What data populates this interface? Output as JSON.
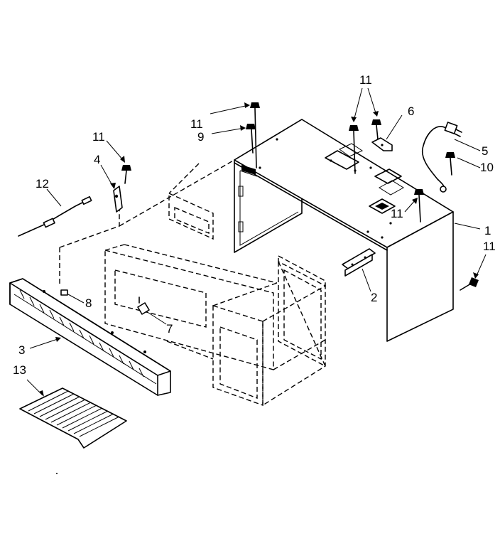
{
  "callouts": {
    "c1": "1",
    "c2": "2",
    "c3": "3",
    "c4": "4",
    "c5": "5",
    "c6": "6",
    "c7": "7",
    "c8": "8",
    "c9": "9",
    "c10": "10",
    "c11a": "11",
    "c11b": "11",
    "c11c": "11",
    "c11d": "11",
    "c11e": "11",
    "c12": "12",
    "c13": "13"
  }
}
